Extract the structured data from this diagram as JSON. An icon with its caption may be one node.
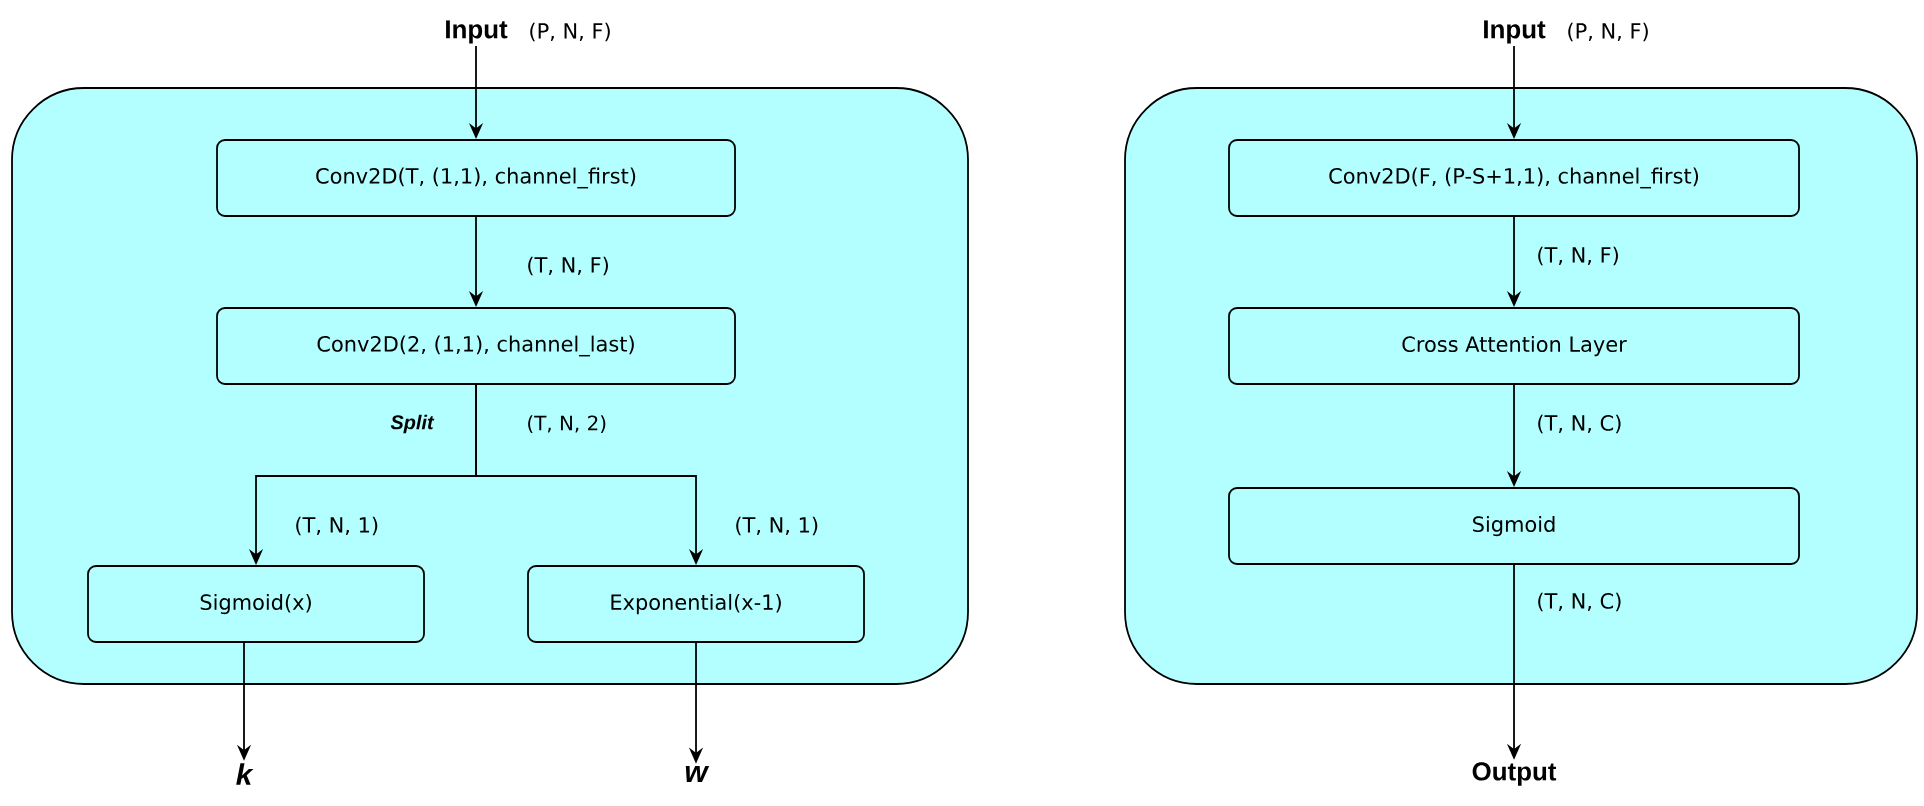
{
  "diagram": {
    "nodes": [
      {
        "text": [
          "Input"
        ],
        "beside": [
          "(P, N, F)"
        ]
      },
      {
        "text": [],
        "shape": "box"
      },
      {
        "text": [
          "Conv2D(T, (1,1), channel_first)"
        ],
        "in": 1
      },
      {
        "text": [
          "Conv2D(2, (1,1), channel_last)"
        ],
        "in": 1
      },
      {
        "text": [
          "Sigmoid(x)"
        ],
        "in": 1
      },
      {
        "text": [
          "Exponential(x-1)"
        ],
        "in": 1
      },
      {
        "text": [
          "k"
        ]
      },
      {
        "text": [
          "w"
        ]
      },
      {
        "text": [
          "Input"
        ],
        "beside": [
          "(P, N, F)"
        ]
      },
      {
        "text": [],
        "shape": "box"
      },
      {
        "text": [
          "Conv2D(F, (P-S+1,1), channel_first)"
        ],
        "in": 9
      },
      {
        "text": [
          "Cross Attention Layer"
        ],
        "in": 9
      },
      {
        "text": [
          "Sigmoid"
        ],
        "in": 9
      },
      {
        "text": [
          "Output"
        ]
      }
    ],
    "edges": [
      {
        "from": 0,
        "to": 2,
        "arrow": "to"
      },
      {
        "from": 2,
        "to": 3,
        "arrow": "to",
        "label": "(T, N, F)"
      },
      {
        "from": 3,
        "to": 4,
        "arrow": "to",
        "label": "(T, N, 1)"
      },
      {
        "from": 3,
        "to": 5,
        "arrow": "to",
        "label": "(T, N, 1)"
      },
      {
        "from": 4,
        "to": 6,
        "arrow": "to"
      },
      {
        "from": 5,
        "to": 7,
        "arrow": "to"
      },
      {
        "from": 8,
        "to": 10,
        "arrow": "to"
      },
      {
        "from": 10,
        "to": 11,
        "arrow": "to",
        "label": "(T, N, F)"
      },
      {
        "from": 11,
        "to": 12,
        "arrow": "to",
        "label": "(T, N, C)"
      },
      {
        "from": 12,
        "to": 13,
        "arrow": "to",
        "label": "(T, N, C)"
      }
    ],
    "labels": [
      "Split",
      "(T, N, 2)"
    ]
  }
}
